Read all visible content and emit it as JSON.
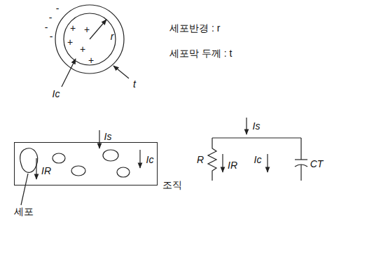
{
  "diagram": {
    "nodes": [
      {
        "text": [
          "조직"
        ]
      }
    ],
    "labels": [
      "-",
      "-",
      "-",
      "-",
      "+",
      "+",
      "+",
      "+",
      "+",
      "r",
      "t",
      "Ic",
      "세포반경 : r",
      "세포막 두께 : t",
      "Is",
      "IR",
      "Ic",
      "세포",
      "Is",
      "R",
      "IR",
      "Ic",
      "CT"
    ]
  }
}
